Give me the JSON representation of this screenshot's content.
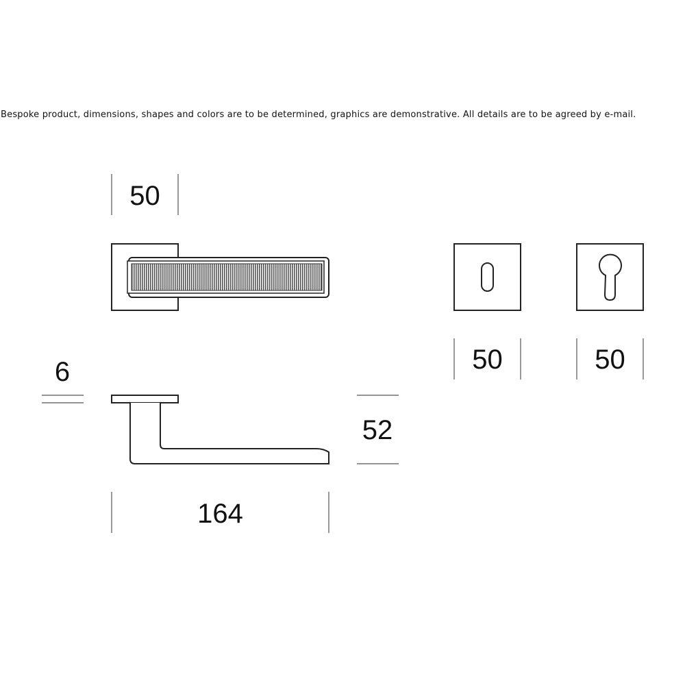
{
  "disclaimer": "Bespoke product, dimensions, shapes and colors are to be determined, graphics are demonstrative. All details are to be agreed by e-mail.",
  "dimensions": {
    "rose_width": "50",
    "plate_thickness": "6",
    "handle_height": "52",
    "handle_length": "164",
    "keyhole_rose_width": "50",
    "euro_rose_width": "50"
  },
  "colors": {
    "line": "#222222",
    "dimension_line": "#555555",
    "text": "#111111"
  }
}
